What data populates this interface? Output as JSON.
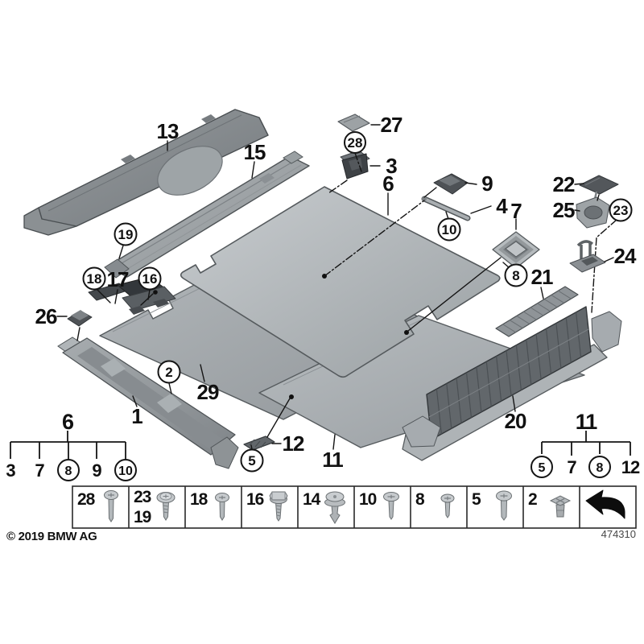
{
  "footer": {
    "copyright": "© 2019 BMW AG",
    "diagram_number": "474310"
  },
  "diagram": {
    "callouts": {
      "n1": "1",
      "n2": "2",
      "n3": "3",
      "n4": "4",
      "n5": "5",
      "n6": "6",
      "n7": "7",
      "n8": "8",
      "n9": "9",
      "n10": "10",
      "n11": "11",
      "n12": "12",
      "n13": "13",
      "n15": "15",
      "n16": "16",
      "n17": "17",
      "n18": "18",
      "n19": "19",
      "n20": "20",
      "n21": "21",
      "n22": "22",
      "n23": "23",
      "n24": "24",
      "n25": "25",
      "n26": "26",
      "n27": "27",
      "n28": "28",
      "n29": "29"
    }
  },
  "legend_trees": {
    "left": {
      "parent": "6",
      "children": [
        {
          "label": "3",
          "circled": false
        },
        {
          "label": "7",
          "circled": false
        },
        {
          "label": "8",
          "circled": true
        },
        {
          "label": "9",
          "circled": false
        },
        {
          "label": "10",
          "circled": true
        }
      ]
    },
    "right": {
      "parent": "11",
      "children": [
        {
          "label": "5",
          "circled": true
        },
        {
          "label": "7",
          "circled": false
        },
        {
          "label": "8",
          "circled": true
        },
        {
          "label": "12",
          "circled": false
        }
      ]
    }
  },
  "fastener_table": {
    "cells": [
      {
        "labels": [
          "28"
        ],
        "icon": "torx-pan-screw"
      },
      {
        "labels": [
          "23",
          "19"
        ],
        "icon": "washer-head-screw"
      },
      {
        "labels": [
          "18"
        ],
        "icon": "pan-head-screw"
      },
      {
        "labels": [
          "16"
        ],
        "icon": "hex-flange-bolt"
      },
      {
        "labels": [
          "14"
        ],
        "icon": "expanding-rivet"
      },
      {
        "labels": [
          "10"
        ],
        "icon": "pan-head-screw"
      },
      {
        "labels": [
          "8"
        ],
        "icon": "pan-head-screw"
      },
      {
        "labels": [
          "5"
        ],
        "icon": "round-head-screw"
      },
      {
        "labels": [
          "2"
        ],
        "icon": "expanding-nut"
      },
      {
        "labels": [],
        "icon": "direction-arrow"
      }
    ]
  },
  "colors": {
    "background": "#ffffff",
    "line": "#111111",
    "panel_light": "#c6cacd",
    "panel_mid": "#a9aeb1",
    "panel_dark": "#62676b"
  }
}
